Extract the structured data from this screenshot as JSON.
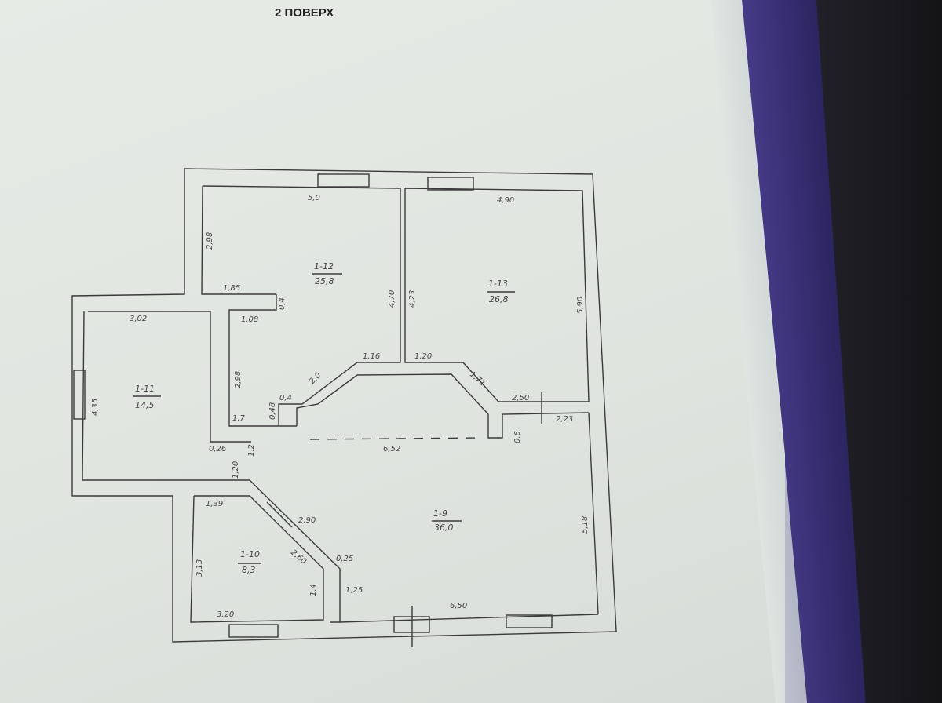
{
  "title": "2 ПОВЕРХ",
  "rooms": [
    {
      "id": "1-12",
      "area": "25,8"
    },
    {
      "id": "1-13",
      "area": "26,8"
    },
    {
      "id": "1-11",
      "area": "14,5"
    },
    {
      "id": "1-9",
      "area": "36,0"
    },
    {
      "id": "1-10",
      "area": "8,3"
    }
  ],
  "dimensions": [
    "5,0",
    "4,90",
    "2,98",
    "1,85",
    "0,4",
    "1,08",
    "4,70",
    "4,23",
    "5,90",
    "3,02",
    "4,35",
    "2,98",
    "0,4",
    "2,0",
    "1,16",
    "1,20",
    "1,71",
    "2,50",
    "2,23",
    "0,6",
    "1,7",
    "0,48",
    "0,26",
    "1,2",
    "1,20",
    "6,52",
    "1,39",
    "2,90",
    "2,60",
    "0,25",
    "3,13",
    "1,4",
    "1,25",
    "3,20",
    "6,50",
    "5,18"
  ]
}
